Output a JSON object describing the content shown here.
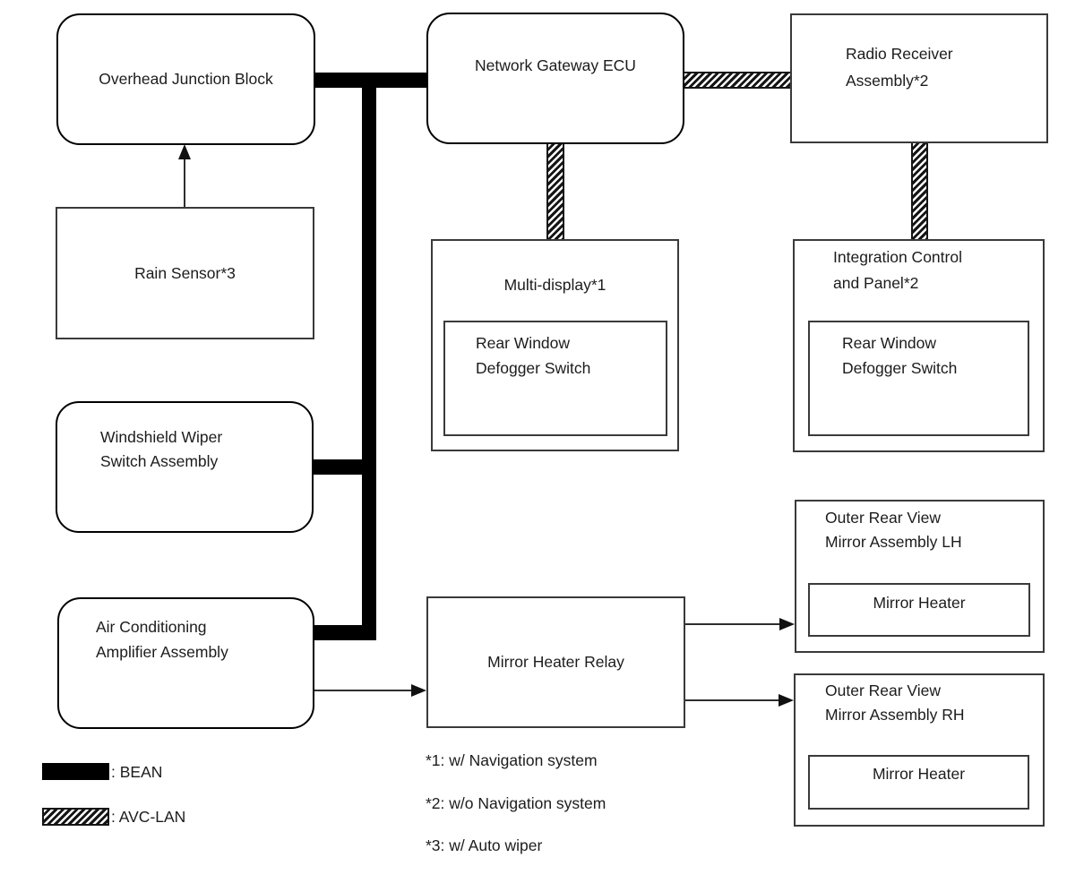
{
  "nodes": {
    "overhead_junction_block": {
      "label": "Overhead Junction Block"
    },
    "network_gateway_ecu": {
      "label": "Network Gateway ECU"
    },
    "radio_receiver_assembly": {
      "line1": "Radio Receiver",
      "line2": "Assembly*2"
    },
    "rain_sensor": {
      "label": "Rain Sensor*3"
    },
    "multi_display": {
      "label": "Multi-display*1",
      "inner": {
        "line1": "Rear Window",
        "line2": "Defogger Switch"
      }
    },
    "integration_control_panel": {
      "line1": "Integration Control",
      "line2": "and Panel*2",
      "inner": {
        "line1": "Rear Window",
        "line2": "Defogger Switch"
      }
    },
    "windshield_wiper_switch": {
      "line1": "Windshield Wiper",
      "line2": "Switch Assembly"
    },
    "ac_amplifier": {
      "line1": "Air Conditioning",
      "line2": "Amplifier Assembly"
    },
    "mirror_heater_relay": {
      "label": "Mirror Heater Relay"
    },
    "mirror_assembly_lh": {
      "line1": "Outer Rear View",
      "line2": "Mirror Assembly LH",
      "inner": "Mirror Heater"
    },
    "mirror_assembly_rh": {
      "line1": "Outer Rear View",
      "line2": "Mirror Assembly RH",
      "inner": "Mirror Heater"
    }
  },
  "legend": {
    "bean": ": BEAN",
    "avclan": ": AVC-LAN"
  },
  "notes": {
    "note1": "*1: w/ Navigation system",
    "note2": "*2: w/o Navigation system",
    "note3": "*3: w/ Auto wiper"
  },
  "colors": {
    "bean_line": "#000000",
    "box_border": "#3a3a3a",
    "background": "#ffffff"
  }
}
